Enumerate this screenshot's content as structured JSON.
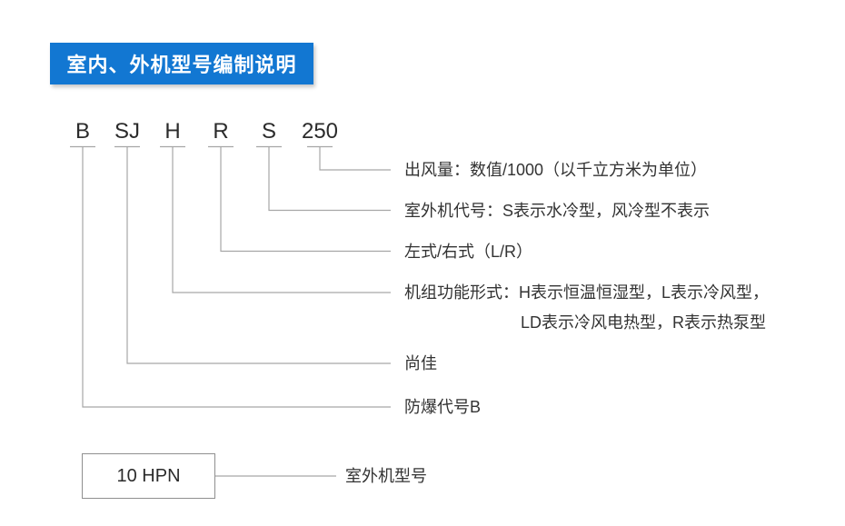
{
  "header": {
    "title": "室内、外机型号编制说明"
  },
  "model_code": {
    "segments": [
      {
        "code": "B",
        "label": "防爆代号B"
      },
      {
        "code": "SJ",
        "label": "尚佳"
      },
      {
        "code": "H",
        "label": "机组功能形式：H表示恒温恒湿型，L表示冷风型，",
        "label_line2": "LD表示冷风电热型，R表示热泵型"
      },
      {
        "code": "R",
        "label": "左式/右式（L/R）"
      },
      {
        "code": "S",
        "label": "室外机代号：S表示水冷型，风冷型不表示"
      },
      {
        "code": "250",
        "label": "出风量：数值/1000（以千立方米为单位）"
      }
    ]
  },
  "outdoor_unit": {
    "model": "10 HPN",
    "label": "室外机型号"
  },
  "colors": {
    "accent_blue": "#1277d2",
    "header_text": "#ffffff",
    "connector_line": "#a6a6a6",
    "body_text": "#333333"
  }
}
